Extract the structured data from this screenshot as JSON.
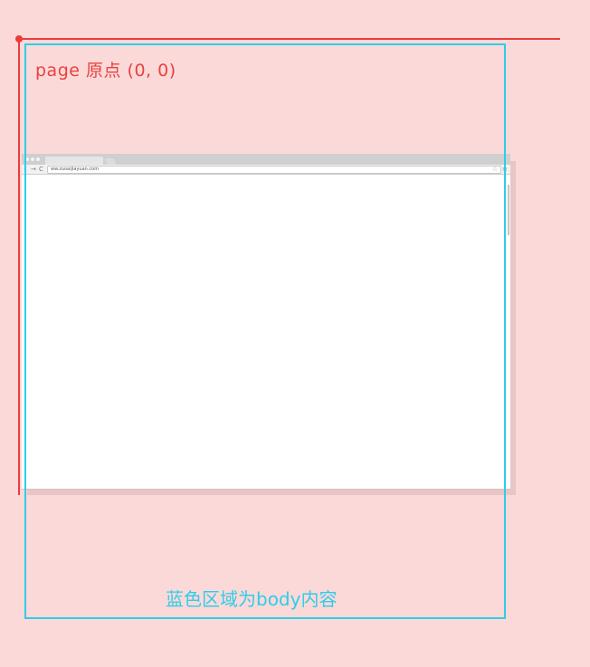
{
  "origin_label": "page 原点 (0, 0)",
  "body_label": "蓝色区域为body内容",
  "browser": {
    "url": "ww.zuoaijiayuan.com",
    "nav": {
      "back": "‹",
      "forward": "→",
      "reload": "C",
      "star": "☆",
      "menu": "≡"
    }
  },
  "colors": {
    "background": "#fcd9d9",
    "origin_axes": "#ee3b3b",
    "body_outline": "#2fcde8"
  }
}
